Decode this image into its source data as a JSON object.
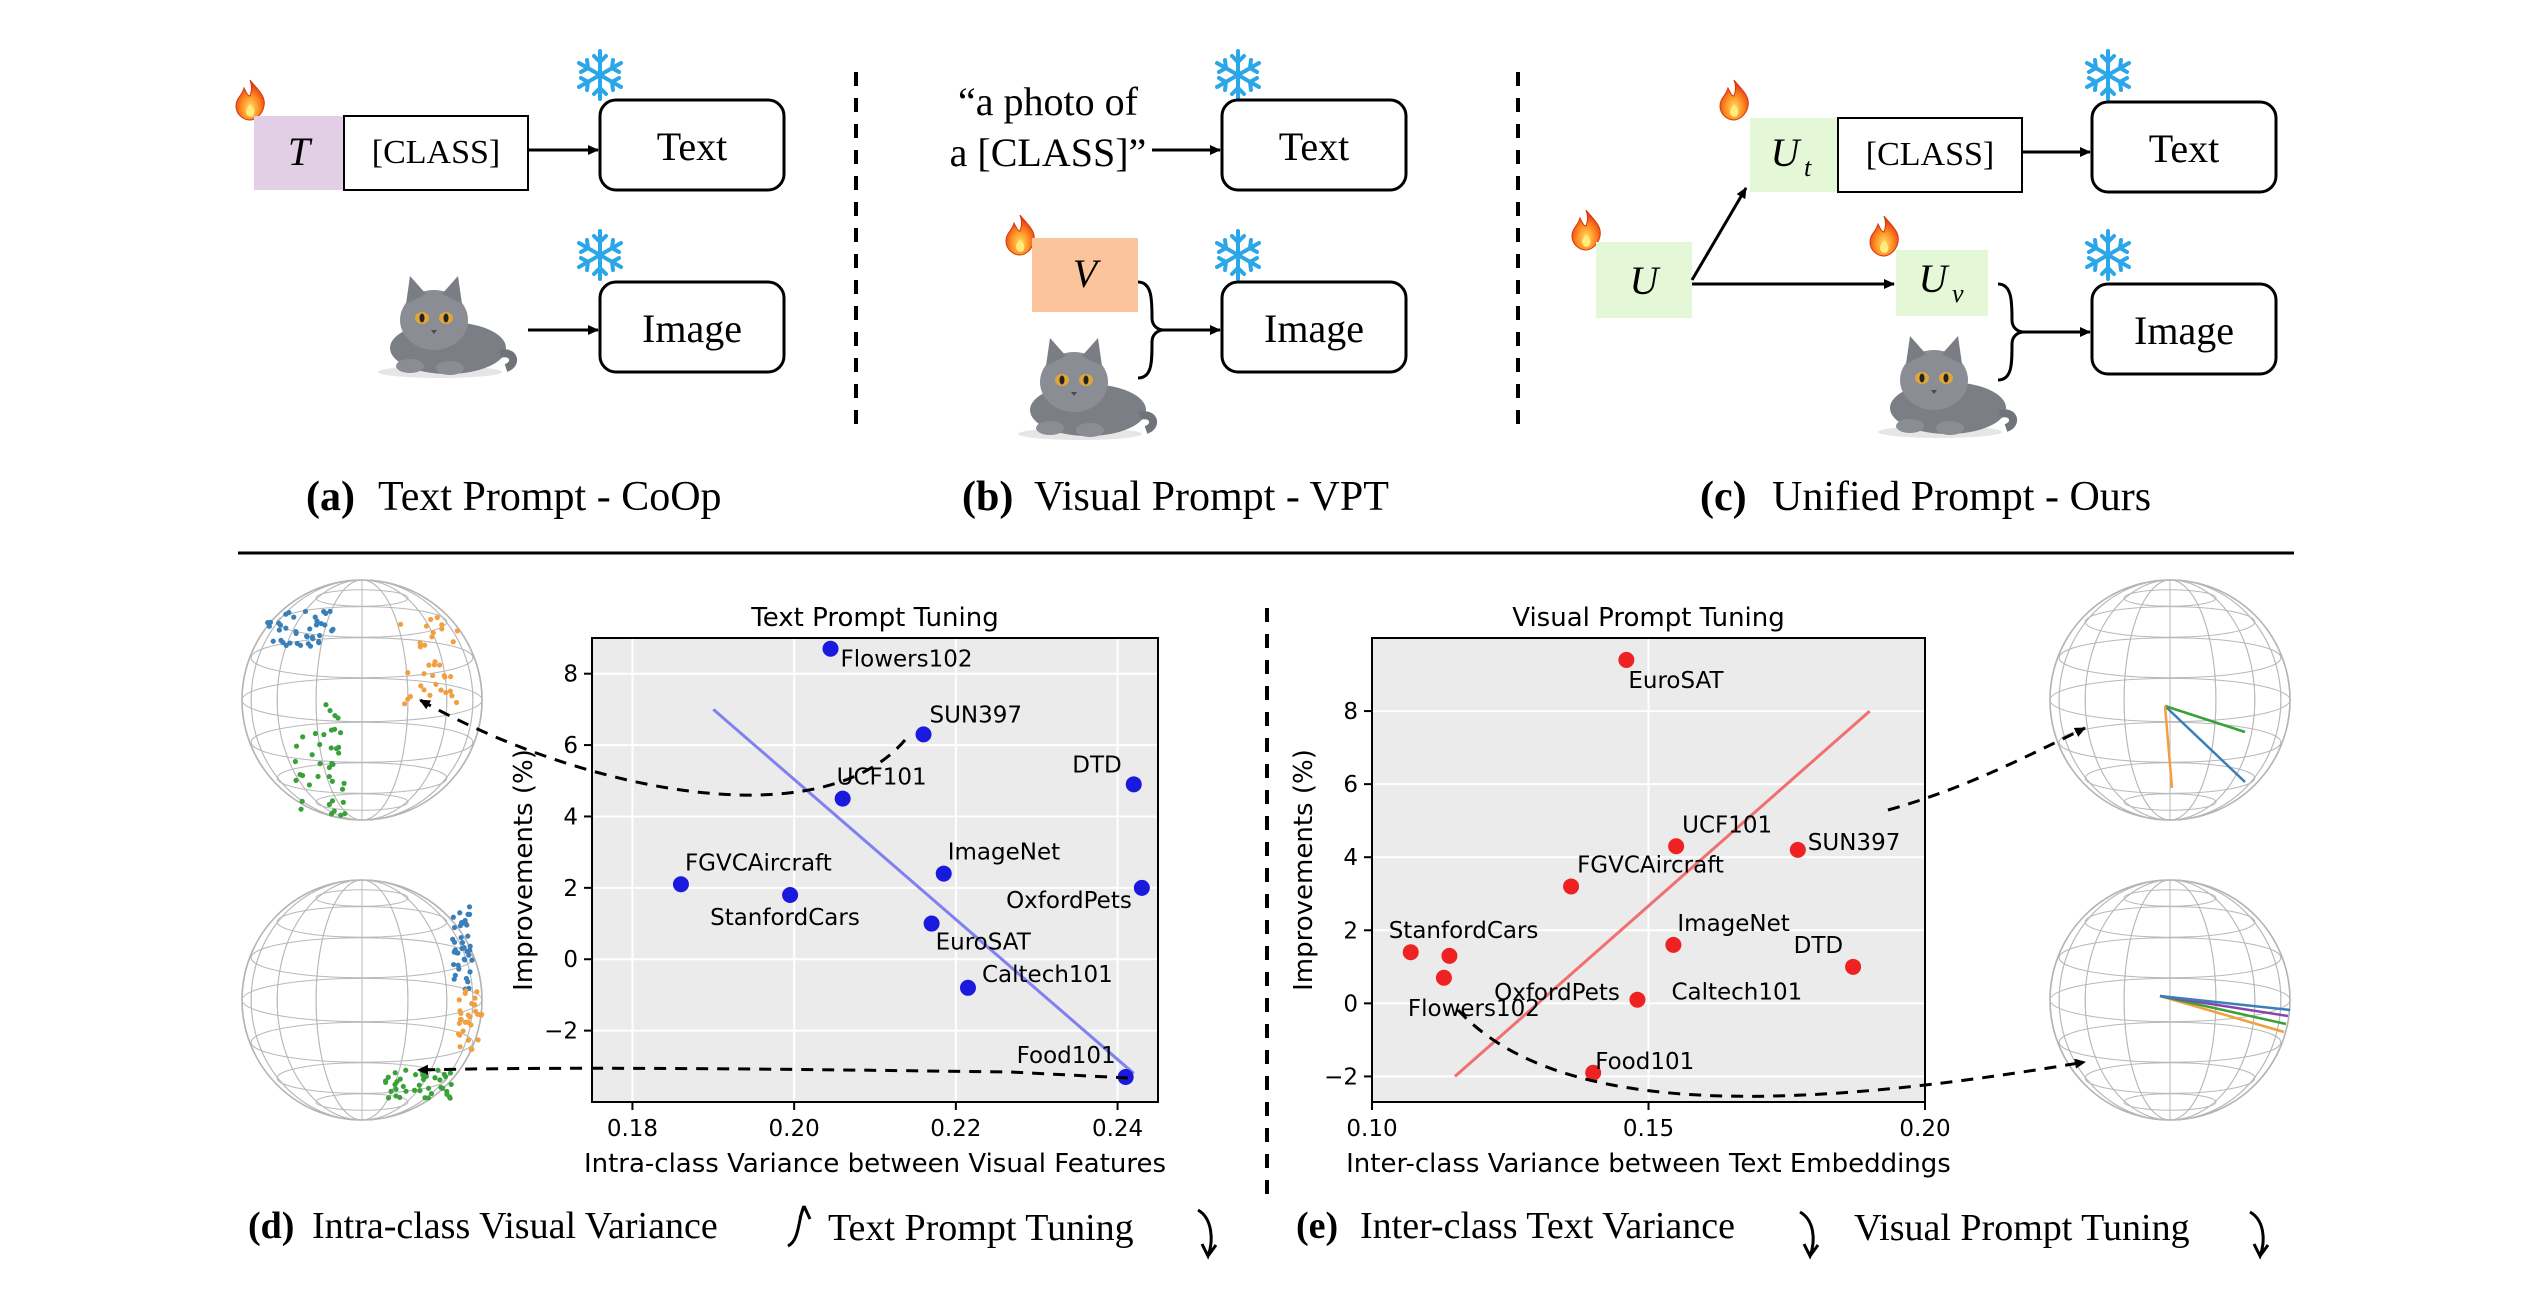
{
  "panels": {
    "a": {
      "letter": "(a)",
      "caption": "Text Prompt - CoOp",
      "token": "T",
      "class_box": "[CLASS]",
      "text_encoder": "Text",
      "image_encoder": "Image"
    },
    "b": {
      "letter": "(b)",
      "caption": "Visual Prompt - VPT",
      "template_line1": "“a photo of",
      "template_line2": "a [CLASS]”",
      "token": "V",
      "text_encoder": "Text",
      "image_encoder": "Image"
    },
    "c": {
      "letter": "(c)",
      "caption": "Unified Prompt - Ours",
      "token_u": "U",
      "token_ut": "U",
      "token_ut_sub": "t",
      "token_uv": "U",
      "token_uv_sub": "v",
      "class_box": "[CLASS]",
      "text_encoder": "Text",
      "image_encoder": "Image"
    },
    "d": {
      "letter": "(d)",
      "caption_part1": "Intra-class Visual Variance",
      "caption_part2": "Text Prompt Tuning"
    },
    "e": {
      "letter": "(e)",
      "caption_part1": "Inter-class Text Variance",
      "caption_part2": "Visual Prompt Tuning"
    }
  },
  "chart_data": [
    {
      "type": "scatter",
      "title": "Text Prompt Tuning",
      "xlabel": "Intra-class Variance between Visual Features",
      "ylabel": "Improvements (%)",
      "xlim": [
        0.175,
        0.245
      ],
      "ylim": [
        -4.0,
        9.0
      ],
      "xticks": [
        0.18,
        0.2,
        0.22,
        0.24
      ],
      "xtick_labels": [
        "0.18",
        "0.20",
        "0.22",
        "0.24"
      ],
      "yticks": [
        -2,
        0,
        2,
        4,
        6,
        8
      ],
      "ytick_labels": [
        "−2",
        "0",
        "2",
        "4",
        "6",
        "8"
      ],
      "grid": true,
      "point_color": "#1a1adf",
      "trend_color": "#8080f0",
      "trend_line": {
        "x": [
          0.19,
          0.242
        ],
        "y": [
          7.0,
          -3.2
        ]
      },
      "points": [
        {
          "label": "Flowers102",
          "x": 0.2045,
          "y": 8.7
        },
        {
          "label": "SUN397",
          "x": 0.216,
          "y": 6.3
        },
        {
          "label": "DTD",
          "x": 0.242,
          "y": 4.9
        },
        {
          "label": "UCF101",
          "x": 0.206,
          "y": 4.5
        },
        {
          "label": "ImageNet",
          "x": 0.2185,
          "y": 2.4
        },
        {
          "label": "FGVCAircraft",
          "x": 0.186,
          "y": 2.1
        },
        {
          "label": "OxfordPets",
          "x": 0.243,
          "y": 2.0
        },
        {
          "label": "StanfordCars",
          "x": 0.1995,
          "y": 1.8
        },
        {
          "label": "EuroSAT",
          "x": 0.217,
          "y": 1.0
        },
        {
          "label": "Caltech101",
          "x": 0.2215,
          "y": -0.8
        },
        {
          "label": "Food101",
          "x": 0.241,
          "y": -3.3
        }
      ]
    },
    {
      "type": "scatter",
      "title": "Visual Prompt Tuning",
      "xlabel": "Inter-class Variance between Text Embeddings",
      "ylabel": "Improvements (%)",
      "xlim": [
        0.1,
        0.2
      ],
      "ylim": [
        -2.7,
        10.0
      ],
      "xticks": [
        0.1,
        0.15,
        0.2
      ],
      "xtick_labels": [
        "0.10",
        "0.15",
        "0.20"
      ],
      "yticks": [
        -2,
        0,
        2,
        4,
        6,
        8
      ],
      "ytick_labels": [
        "−2",
        "0",
        "2",
        "4",
        "6",
        "8"
      ],
      "grid": true,
      "point_color": "#ee2222",
      "trend_color": "#f07070",
      "trend_line": {
        "x": [
          0.115,
          0.19
        ],
        "y": [
          -2.0,
          8.0
        ]
      },
      "points": [
        {
          "label": "EuroSAT",
          "x": 0.146,
          "y": 9.4
        },
        {
          "label": "UCF101",
          "x": 0.155,
          "y": 4.3
        },
        {
          "label": "SUN397",
          "x": 0.177,
          "y": 4.2
        },
        {
          "label": "FGVCAircraft",
          "x": 0.136,
          "y": 3.2
        },
        {
          "label": "ImageNet",
          "x": 0.1545,
          "y": 1.6
        },
        {
          "label": "StanfordCars",
          "x": 0.107,
          "y": 1.4
        },
        {
          "label": "",
          "x": 0.114,
          "y": 1.3
        },
        {
          "label": "OxfordPets",
          "x": 0.113,
          "y": 0.7
        },
        {
          "label": "DTD",
          "x": 0.187,
          "y": 1.0
        },
        {
          "label": "Caltech101",
          "x": 0.148,
          "y": 0.1
        },
        {
          "label": "Food101",
          "x": 0.14,
          "y": -1.9
        }
      ],
      "extra_labels": [
        {
          "label": "Flowers102",
          "near_index": 7
        }
      ]
    }
  ]
}
